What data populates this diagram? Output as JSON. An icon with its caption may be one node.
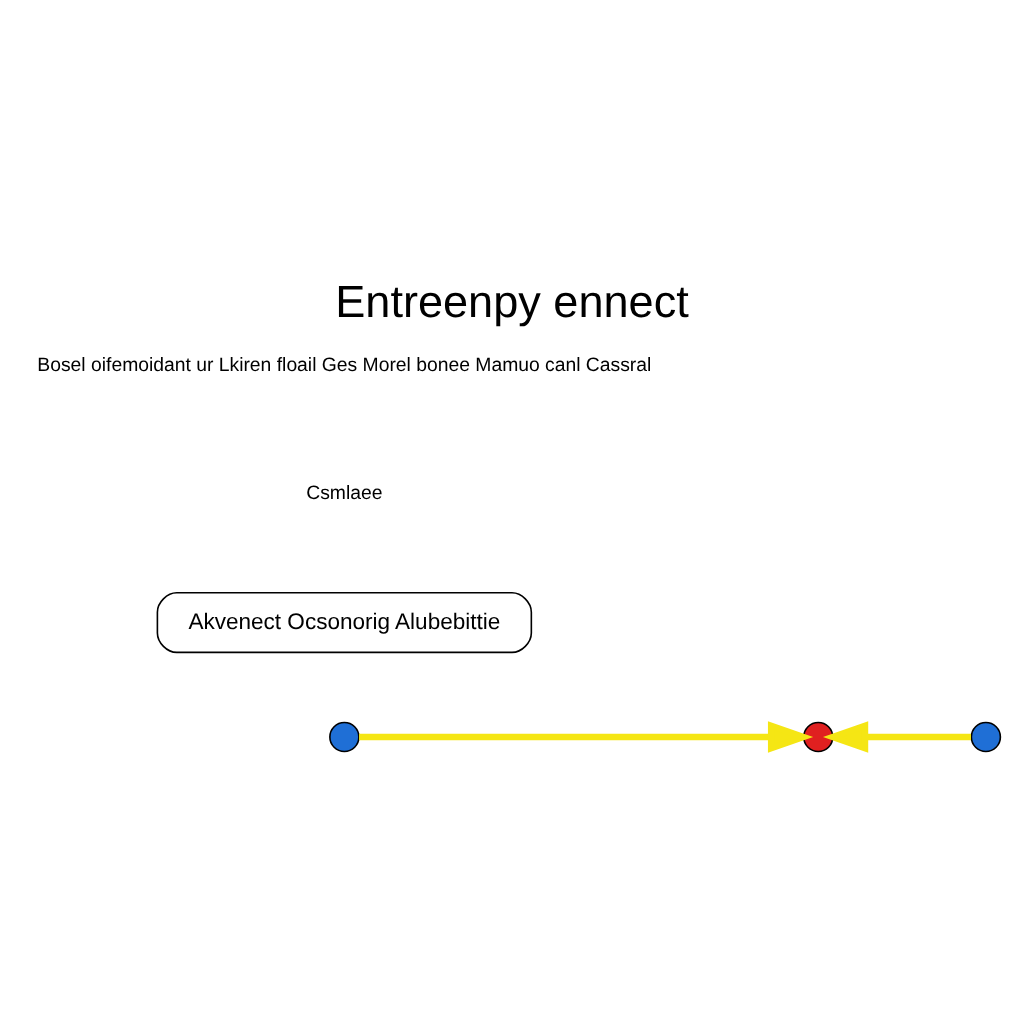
{
  "diagram": {
    "title": "Entreenpy ennect",
    "nodes": [
      {
        "text": [],
        "shape": "circle"
      },
      {
        "text": [],
        "shape": "circle"
      },
      {
        "text": [],
        "shape": "circle"
      },
      {
        "text": [
          "Akvenect Ocsonorig Alubebittie"
        ]
      }
    ],
    "edges": [
      {
        "from": 0,
        "to": 1,
        "arrow": "to"
      },
      {
        "from": 2,
        "to": 1,
        "arrow": "to"
      }
    ],
    "labels": [
      "Csmlaee",
      "Bosel oifemoidant ur Lkiren floail Ges Morel bonee Mamuo canl Cassral"
    ]
  }
}
